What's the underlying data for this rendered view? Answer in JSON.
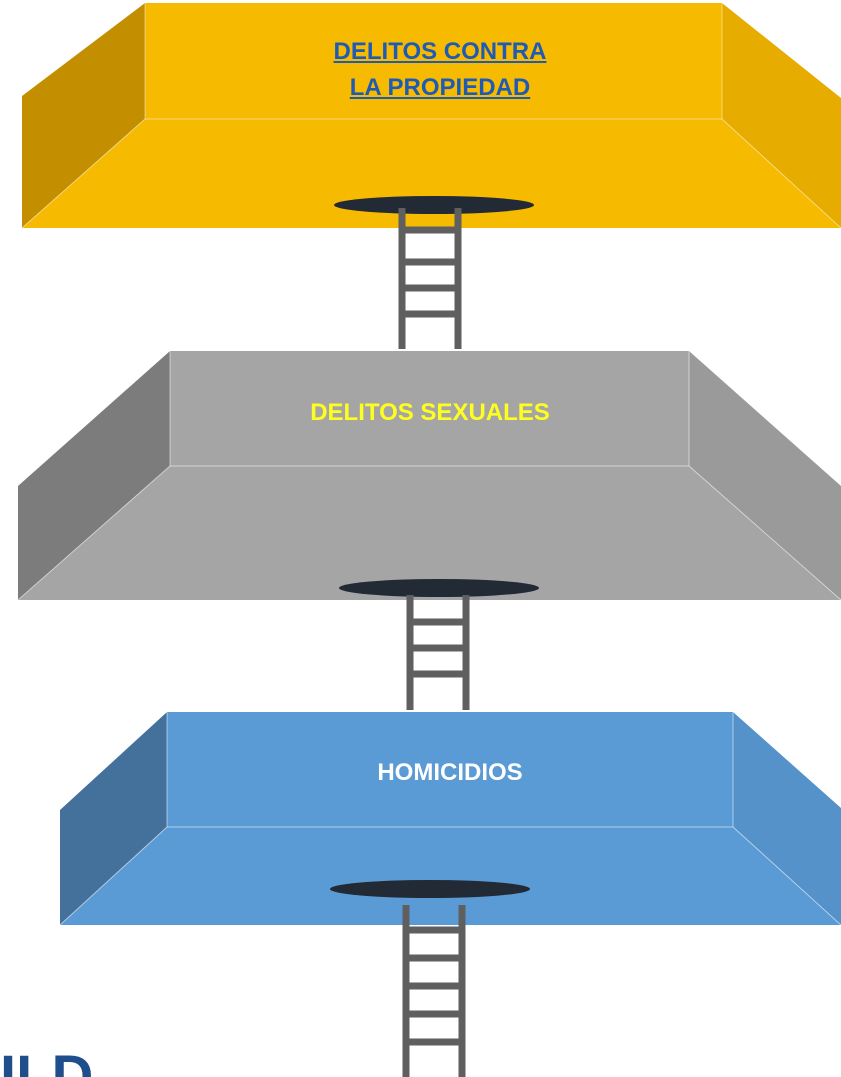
{
  "levels": [
    {
      "label_lines": [
        "DELITOS CONTRA",
        "LA PROPIEDAD"
      ],
      "text_color": "#1f5bb5",
      "underline": true,
      "colors": {
        "back": "#f6bb00",
        "left": "#c38f00",
        "right": "#e6ac00",
        "floor": "#f6bb00"
      }
    },
    {
      "label_lines": [
        "DELITOS SEXUALES"
      ],
      "text_color": "#ffff1f",
      "underline": false,
      "colors": {
        "back": "#a5a5a5",
        "left": "#7c7c7c",
        "right": "#9a9a9a",
        "floor": "#a5a5a5"
      }
    },
    {
      "label_lines": [
        "HOMICIDIOS"
      ],
      "text_color": "#ffffff",
      "underline": false,
      "colors": {
        "back": "#5b9bd5",
        "left": "#44719c",
        "right": "#5592c9",
        "floor": "#5b9bd5"
      }
    }
  ],
  "hole_color": "#222a35",
  "ladder_color": "#5f5f5f",
  "corner_text": "ILD"
}
